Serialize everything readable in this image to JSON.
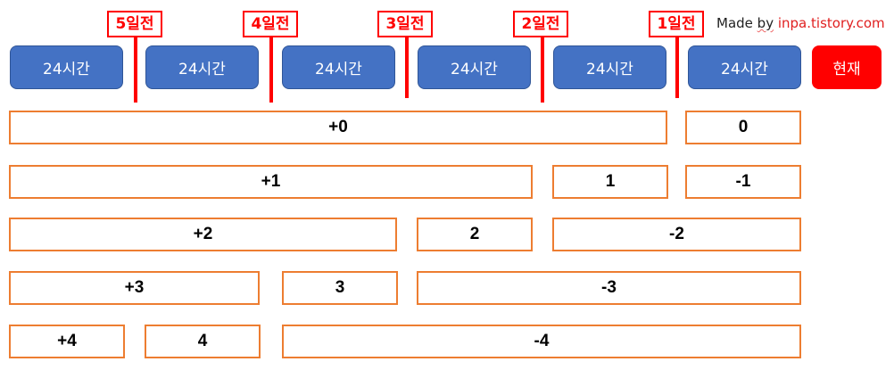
{
  "day_labels": [
    "5일전",
    "4일전",
    "3일전",
    "2일전",
    "1일전"
  ],
  "credit": {
    "prefix": "Made",
    "by": "by",
    "site": "inpa.tistory.com"
  },
  "buttons": [
    "24시간",
    "24시간",
    "24시간",
    "24시간",
    "24시간",
    "24시간"
  ],
  "now_button": "현재",
  "rows": [
    [
      "+0",
      "0"
    ],
    [
      "+1",
      "1",
      "-1"
    ],
    [
      "+2",
      "2",
      "-2"
    ],
    [
      "+3",
      "3",
      "-3"
    ],
    [
      "+4",
      "4",
      "-4"
    ]
  ],
  "colors": {
    "red": "#ff0000",
    "blue": "#4472c4",
    "orange": "#ed7d31"
  }
}
